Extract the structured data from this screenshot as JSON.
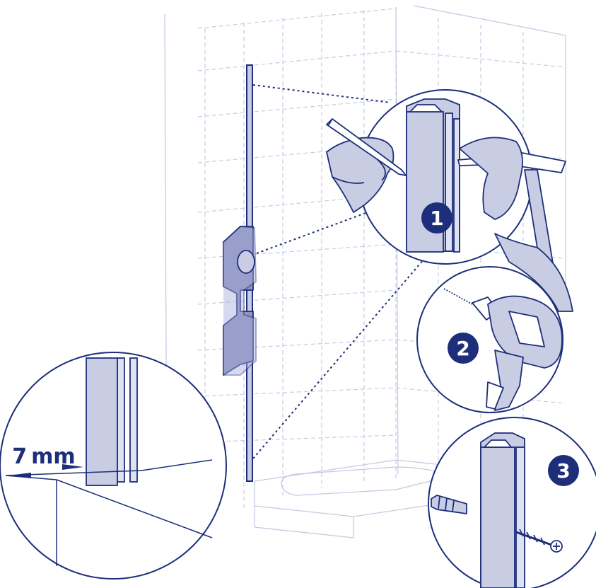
{
  "steps": [
    {
      "number": "1",
      "label": "mark-holes"
    },
    {
      "number": "2",
      "label": "drill-holes"
    },
    {
      "number": "3",
      "label": "fix-profile"
    }
  ],
  "measurement": {
    "value": "7",
    "unit": "mm"
  },
  "colors": {
    "line": "#1d2f7a",
    "fill": "#c9cde3",
    "fill_dark": "#8d94bf",
    "grid": "#b9bfdc",
    "badge": "#1d2f7a",
    "badge_text": "#ffffff"
  },
  "icons": [
    "pencil-icon",
    "hammer-icon",
    "nail-punch-icon",
    "drill-icon",
    "wall-plug-icon",
    "screw-icon",
    "hand-icon"
  ]
}
